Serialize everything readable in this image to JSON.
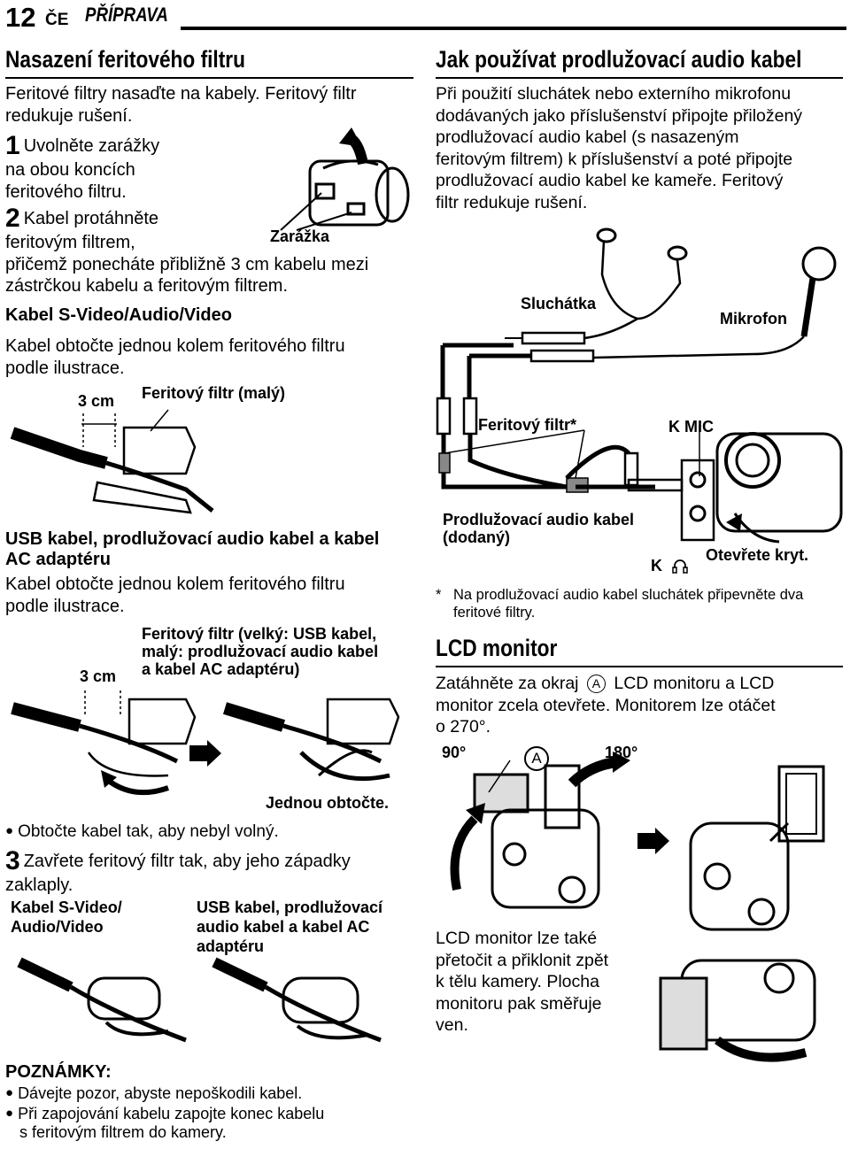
{
  "header": {
    "page_number": "12",
    "lang": "ČE",
    "chapter": "PŘÍPRAVA"
  },
  "left": {
    "filter_section": {
      "title": "Nasazení feritového filtru",
      "intro": [
        "Feritové filtry nasaďte na kabely. Feritový filtr",
        "redukuje rušení."
      ],
      "step1_number": "1",
      "step1_lines": [
        "Uvolněte zarážky",
        "na obou koncích",
        "feritového filtru."
      ],
      "step2_number": "2",
      "step2_lines": [
        "Kabel protáhněte",
        "feritovým filtrem,",
        "přičemž ponecháte přibližně 3 cm kabelu mezi",
        "zástrčkou kabelu a feritovým filtrem."
      ],
      "label_zarazka": "Zarážka",
      "svideo_heading": "Kabel S-Video/Audio/Video",
      "svideo_text": [
        "Kabel obtočte jednou kolem feritového filtru",
        "podle ilustrace."
      ],
      "label_3cm_small": "3 cm",
      "label_filter_small": "Feritový filtr (malý)"
    },
    "usb_section": {
      "heading": [
        "USB kabel, prodlužovací audio kabel a kabel",
        "AC adaptéru"
      ],
      "text": [
        "Kabel obtočte jednou kolem feritového filtru",
        "podle ilustrace."
      ],
      "label_filter_large": [
        "Feritový filtr (velký: USB kabel,",
        "malý: prodlužovací audio kabel",
        "a kabel AC adaptéru)"
      ],
      "label_3cm_large": "3 cm",
      "label_once": "Jednou obtočte.",
      "bullet_wrap": "Obtočte kabel tak, aby nebyl volný.",
      "step3_number": "3",
      "step3_lines": [
        "Zavřete feritový filtr tak, aby jeho západky",
        "zaklaply."
      ],
      "label_svideo": [
        "Kabel S-Video/",
        "Audio/Video"
      ],
      "label_usb": [
        "USB kabel, prodlužovací",
        "audio kabel a kabel AC",
        "adaptéru"
      ]
    },
    "notes": {
      "title": "POZNÁMKY:",
      "items": [
        "Dávejte pozor, abyste nepoškodili kabel.",
        "Při zapojování kabelu zapojte konec kabelu"
      ],
      "item2_cont": "s feritovým filtrem do kamery."
    }
  },
  "right": {
    "audio_section": {
      "title": "Jak používat prodlužovací audio kabel",
      "text": [
        "Při použití sluchátek nebo externího mikrofonu",
        "dodávaných jako příslušenství připojte přiložený",
        "prodlužovací audio kabel (s nasazeným",
        "feritovým filtrem) k příslušenství a poté připojte",
        "prodlužovací audio kabel ke kameře. Feritový",
        "filtr redukuje rušení."
      ],
      "label_headphones": "Sluchátka",
      "label_mic": "Mikrofon",
      "label_filter": "Feritový filtr*",
      "label_kmic": "K MIC",
      "label_cable": [
        "Prodlužovací audio kabel",
        "(dodaný)"
      ],
      "label_k": "K",
      "label_open": "Otevřete kryt.",
      "footnote_mark": "*",
      "footnote": [
        "Na prodlužovací audio kabel sluchátek připevněte dva",
        "feritové filtry."
      ]
    },
    "lcd_section": {
      "title": "LCD monitor",
      "text": [
        "Zatáhněte za okraj",
        "LCD monitoru a LCD",
        "monitor zcela otevřete. Monitorem lze otáčet",
        "o 270°."
      ],
      "circle_a": "A",
      "label_90": "90°",
      "label_180": "180°",
      "note": [
        "LCD monitor lze také",
        "přetočit a přiklonit zpět",
        "k tělu kamery. Plocha",
        "monitoru pak směřuje",
        "ven."
      ]
    }
  }
}
